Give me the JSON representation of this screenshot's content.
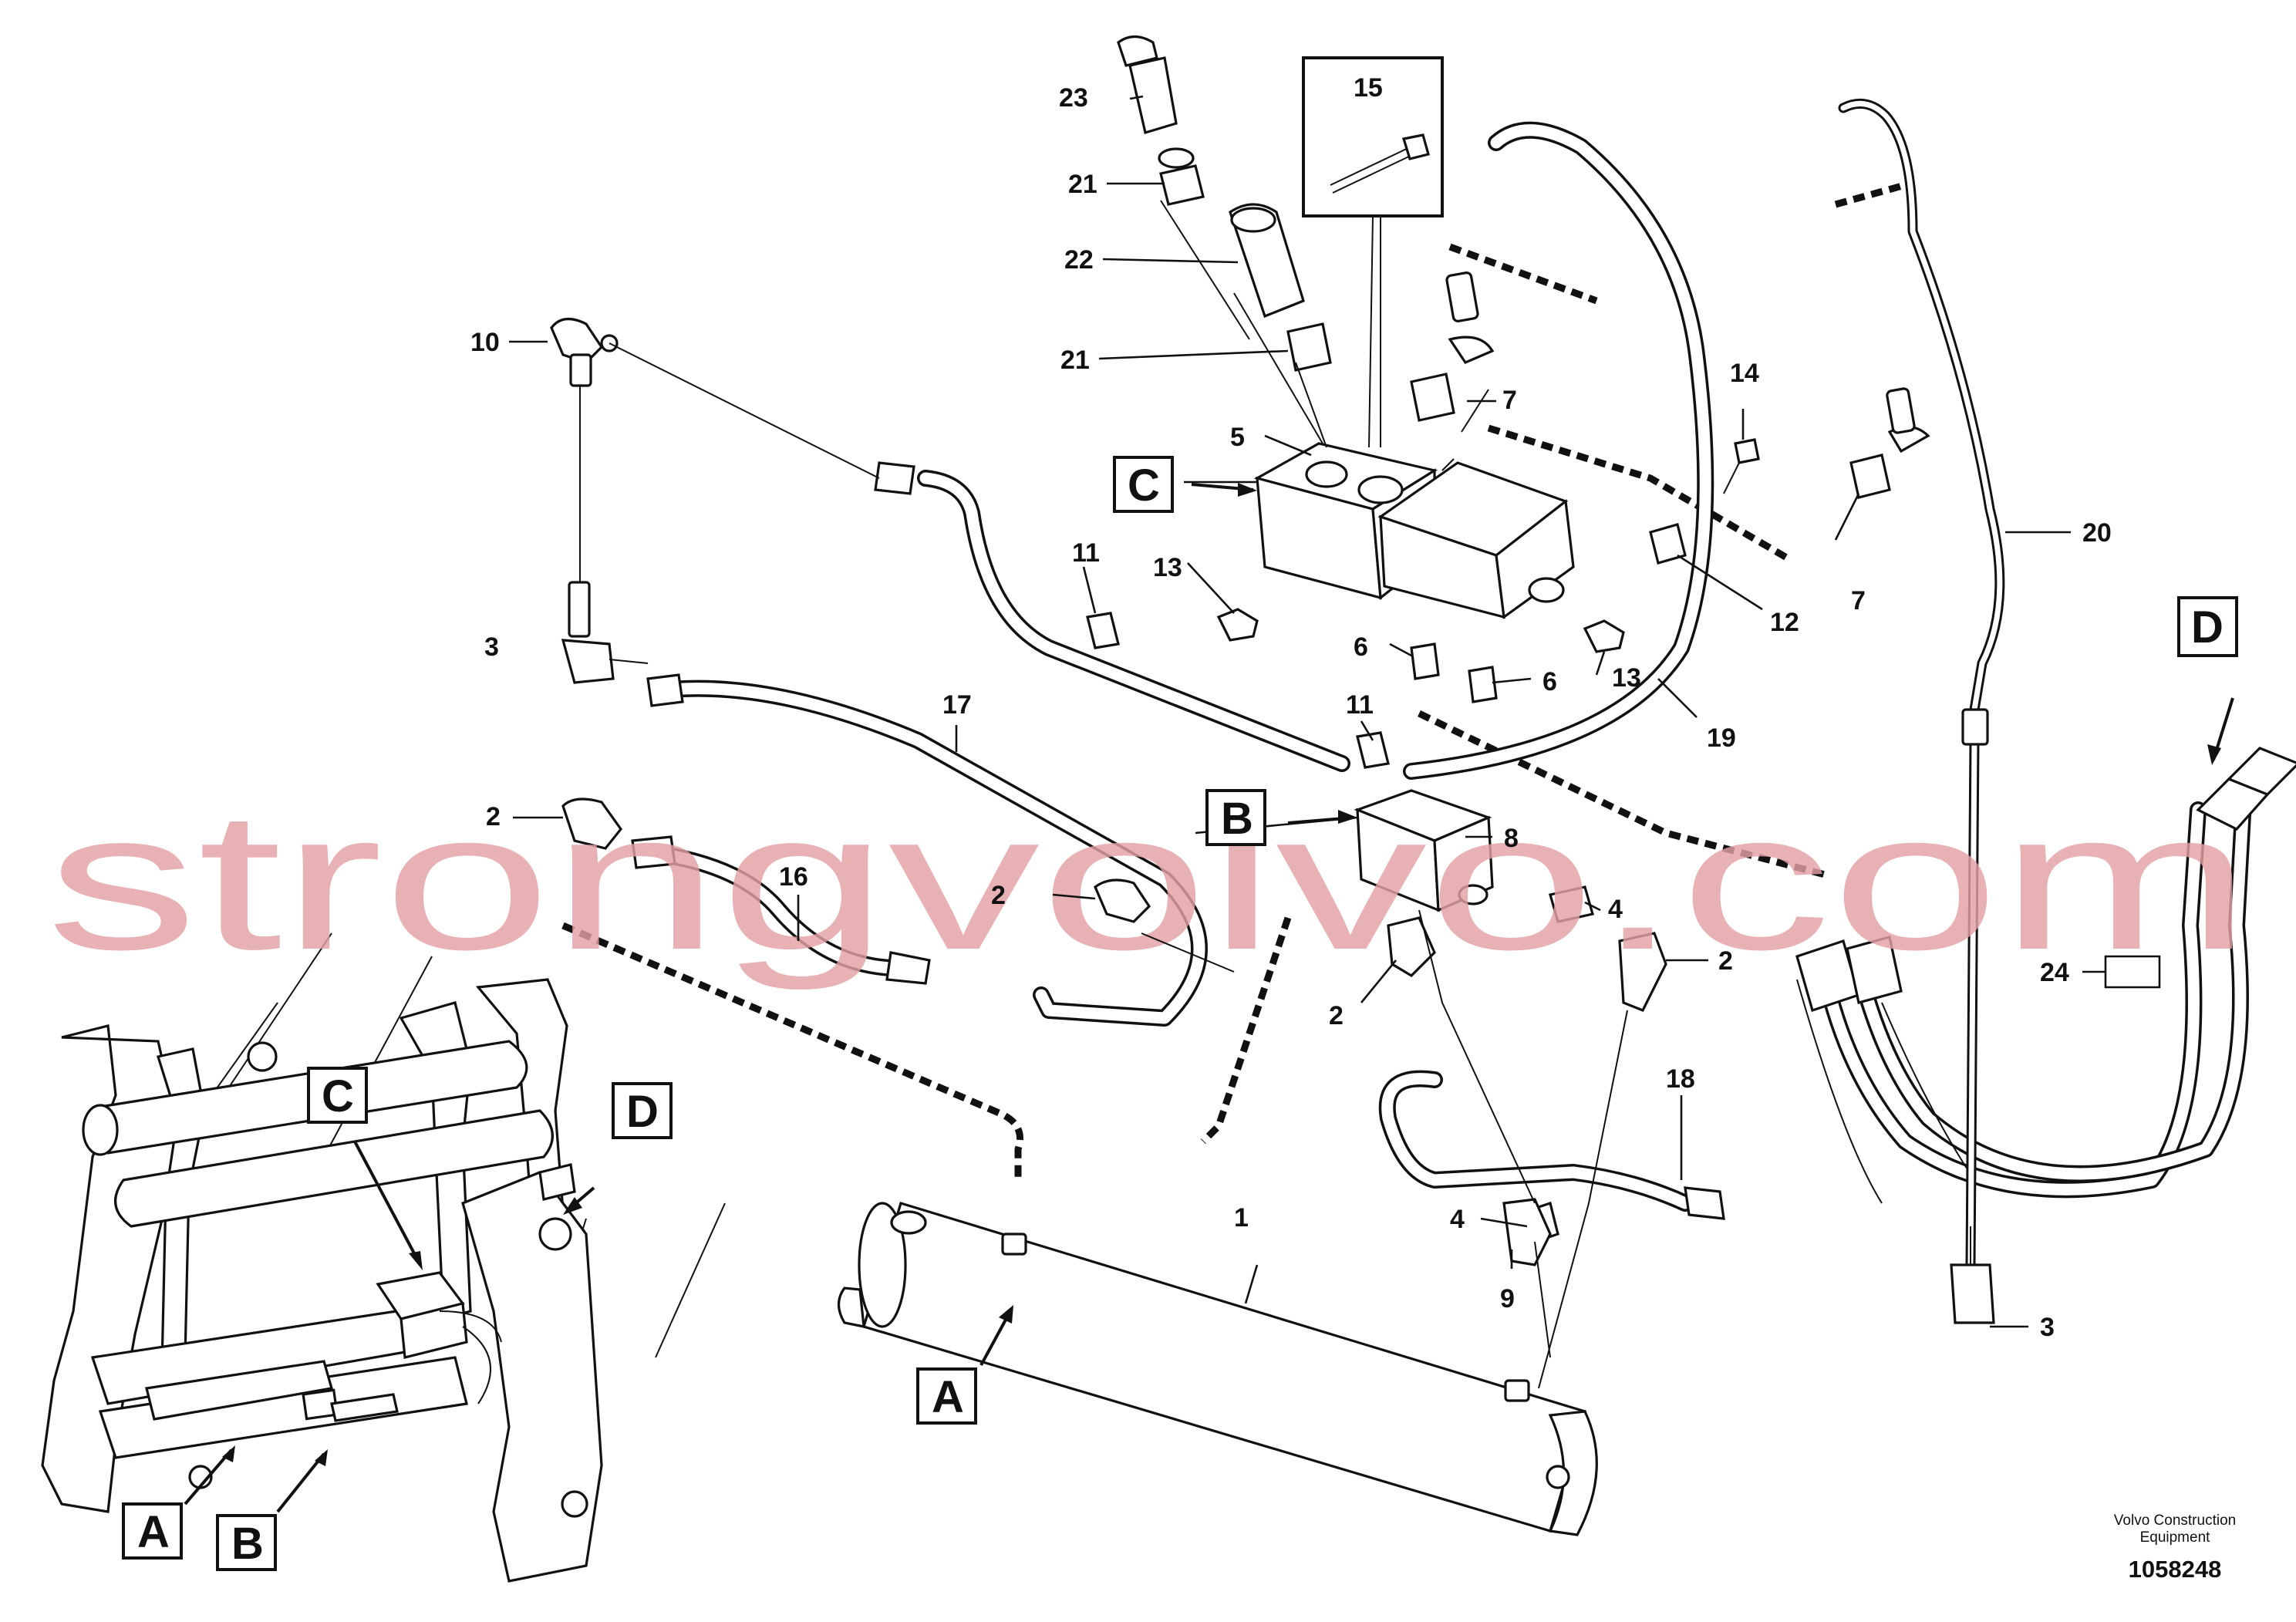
{
  "callouts": {
    "c1": "1",
    "c2a": "2",
    "c2b": "2",
    "c2c": "2",
    "c2d": "2",
    "c3a": "3",
    "c3b": "3",
    "c4a": "4",
    "c4b": "4",
    "c5": "5",
    "c6a": "6",
    "c6b": "6",
    "c7a": "7",
    "c7b": "7",
    "c8": "8",
    "c9": "9",
    "c10": "10",
    "c11a": "11",
    "c11b": "11",
    "c12": "12",
    "c13a": "13",
    "c13b": "13",
    "c14": "14",
    "c15": "15",
    "c16": "16",
    "c17": "17",
    "c18": "18",
    "c19": "19",
    "c20": "20",
    "c21a": "21",
    "c21b": "21",
    "c22": "22",
    "c23": "23",
    "c24": "24"
  },
  "view_markers": {
    "a_main": "A",
    "b_main": "B",
    "c_main": "C",
    "d_main": "D",
    "a_inset": "A",
    "b_inset": "B",
    "c_inset": "C",
    "d_inset": "D"
  },
  "watermark": "strongvolvo.com",
  "brand": {
    "line1": "Volvo Construction",
    "line2": "Equipment",
    "figure_number": "1058248"
  }
}
